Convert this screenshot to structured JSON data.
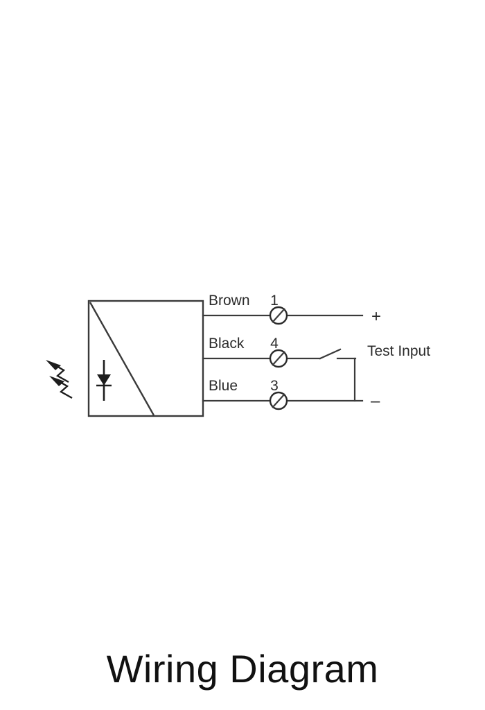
{
  "page": {
    "title": "Wiring Diagram",
    "background_color": "#ffffff",
    "line_color": "#3a3a3a",
    "text_color": "#2b2b2b"
  },
  "caption": {
    "text": "Wiring Diagram"
  },
  "diagram": {
    "type": "sensor-wiring-schematic",
    "device": {
      "name": "photoelectric-sensor-body",
      "shape": "rectangle-with-diagonal",
      "internal_symbol": "diode",
      "external_symbol": "light-emission-arrows"
    },
    "wires": [
      {
        "color_label": "Brown",
        "terminal_number": "1",
        "end_label": "+",
        "end_label_name": "positive-sign"
      },
      {
        "color_label": "Black",
        "terminal_number": "4",
        "end_label": "Test Input",
        "end_label_name": "test-input-label"
      },
      {
        "color_label": "Blue",
        "terminal_number": "3",
        "end_label": "–",
        "end_label_name": "negative-sign"
      }
    ],
    "test_input": {
      "label": "Test Input",
      "switch_state": "open",
      "connects": [
        "4",
        "3"
      ]
    },
    "terminal_symbol": "screw-terminal-circle-slash"
  }
}
